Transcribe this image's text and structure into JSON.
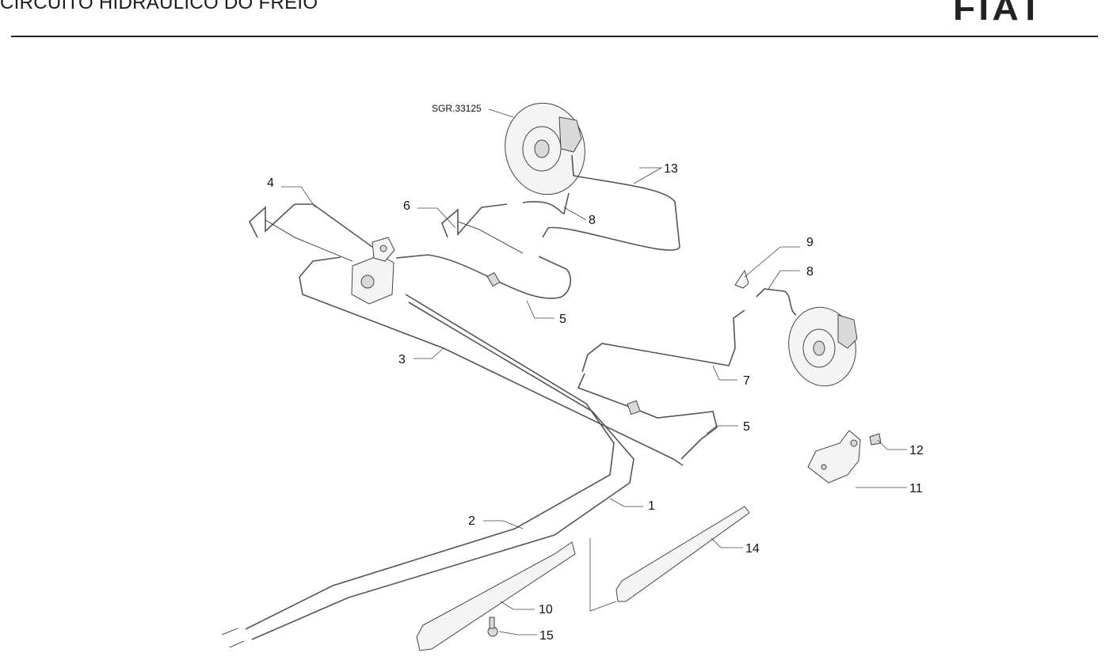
{
  "header": {
    "title": "CIRCUITO HIDRÁULICO DO FREIO",
    "logo_text": "FIAT"
  },
  "diagram": {
    "reference": "SGR.33125",
    "callouts": [
      {
        "id": "c1",
        "label": "1"
      },
      {
        "id": "c2",
        "label": "2"
      },
      {
        "id": "c3",
        "label": "3"
      },
      {
        "id": "c4",
        "label": "4"
      },
      {
        "id": "c5a",
        "label": "5"
      },
      {
        "id": "c5b",
        "label": "5"
      },
      {
        "id": "c6",
        "label": "6"
      },
      {
        "id": "c7",
        "label": "7"
      },
      {
        "id": "c8a",
        "label": "8"
      },
      {
        "id": "c8b",
        "label": "8"
      },
      {
        "id": "c9",
        "label": "9"
      },
      {
        "id": "c10",
        "label": "10"
      },
      {
        "id": "c11",
        "label": "11"
      },
      {
        "id": "c12",
        "label": "12"
      },
      {
        "id": "c13",
        "label": "13"
      },
      {
        "id": "c14",
        "label": "14"
      },
      {
        "id": "c15",
        "label": "15"
      }
    ]
  },
  "colors": {
    "line": "#555555",
    "text": "#111111",
    "rule": "#222222"
  }
}
